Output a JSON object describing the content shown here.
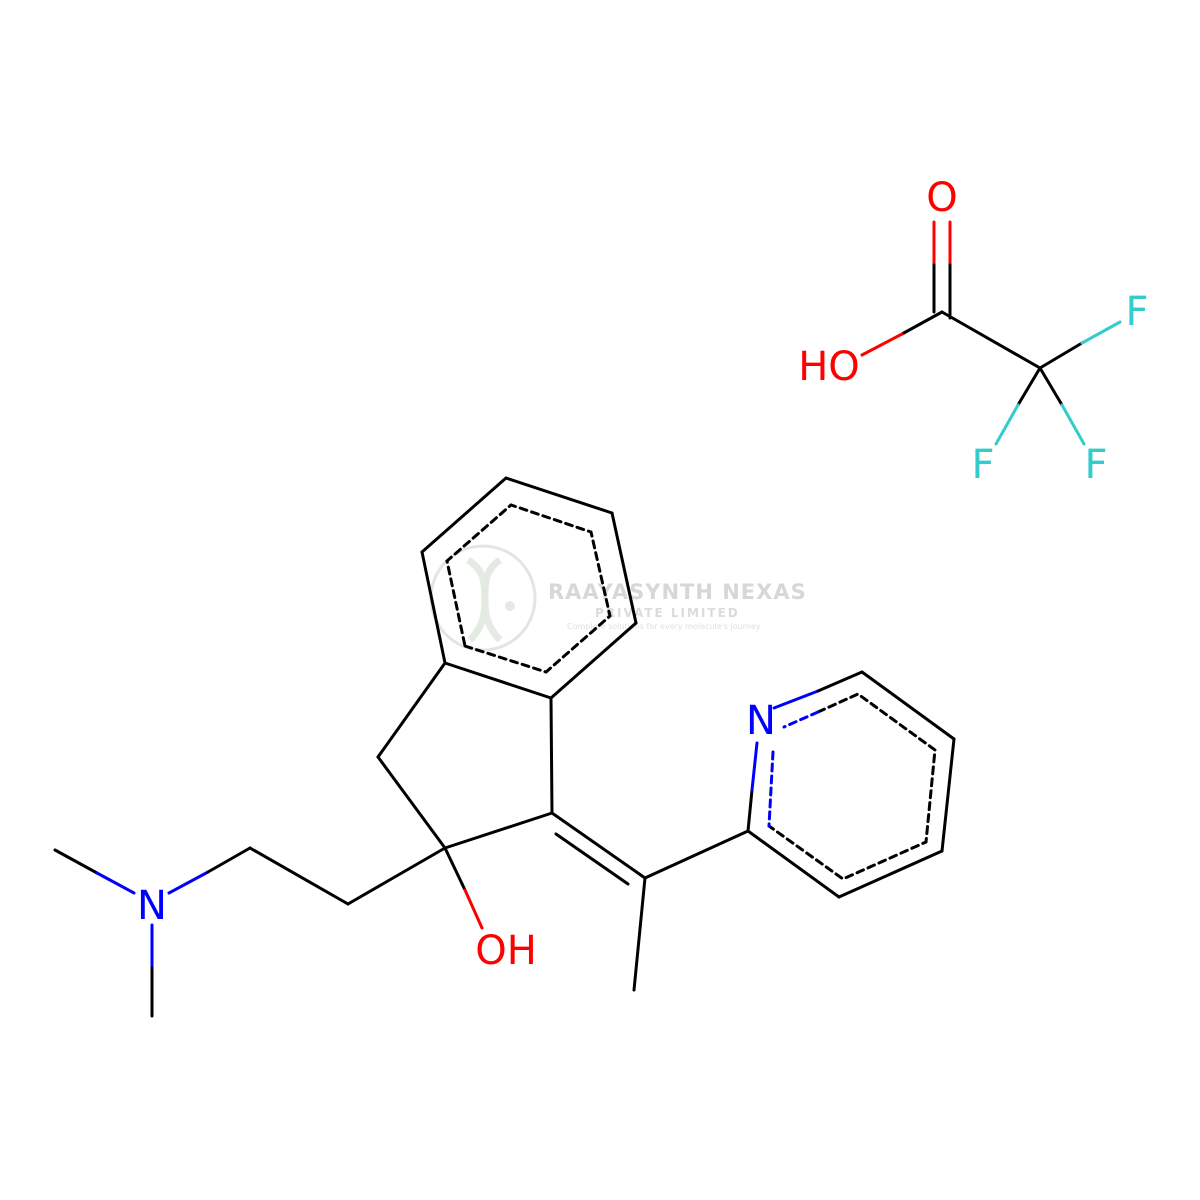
{
  "colors": {
    "bond": "#000000",
    "nitrogen": "#0000ff",
    "oxygen": "#ff0000",
    "fluorine": "#33cccc",
    "watermark": "#d3d3d3",
    "background": "#ffffff"
  },
  "labels": {
    "amine_n": "N",
    "pyridine_n": "N",
    "hydroxyl": "OH",
    "carbonyl_o": "O",
    "acid_oh": "HO",
    "fluorine_1": "F",
    "fluorine_2": "F",
    "fluorine_3": "F"
  },
  "watermark": {
    "title": "RAAYASYNTH NEXAS",
    "subtitle": "PRIVATE LIMITED",
    "tagline": "Complete solutions for every molecule's journey",
    "logo_icon": "dna-helix-icon"
  }
}
